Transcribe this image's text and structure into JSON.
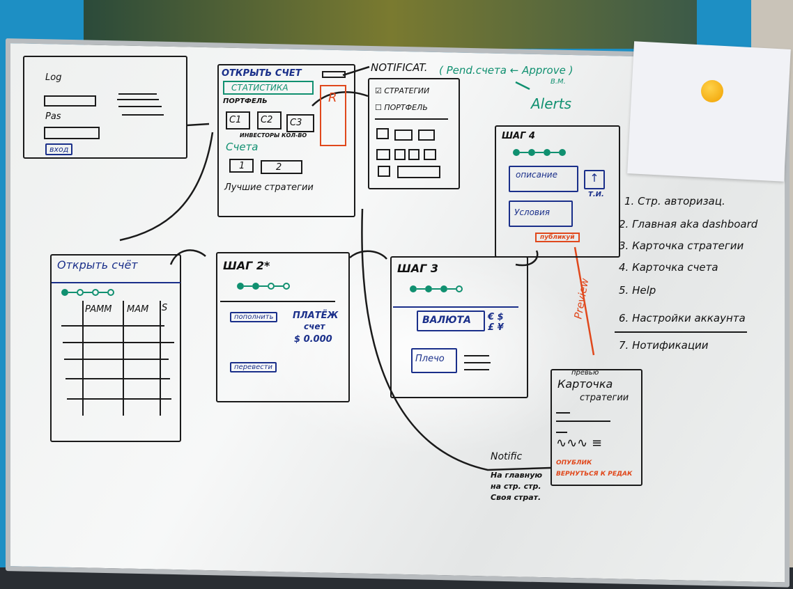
{
  "login": {
    "login_label": "Log",
    "password_label": "Pas",
    "enter_button": "вход"
  },
  "dashboard": {
    "open_account": "ОТКРЫТЬ СЧЕТ",
    "statistics": "СТАТИСТИКА",
    "portfolio": "ПОРТФЕЛЬ",
    "cards": [
      "C1",
      "C2",
      "C3"
    ],
    "investor_checkbox": "ИНВЕСТОРЫ КОЛ-ВО",
    "accounts": "Счета",
    "account_tabs": [
      "1",
      "2"
    ],
    "best_strategies": "Лучшие стратегии",
    "side_marker": "R"
  },
  "notifications": {
    "title": "NOTIFICAT.",
    "note": "( Pend.счета ← Approve )",
    "initials": "B.M.",
    "alerts": "Alerts"
  },
  "filter": {
    "items": [
      {
        "label": "СТРАТЕГИИ",
        "checked": true
      },
      {
        "label": "ПОРТФЕЛЬ",
        "checked": false
      }
    ]
  },
  "step4": {
    "title": "ШАГ 4",
    "description": "описание",
    "conditions": "Условия",
    "upload_label": "Т.И.",
    "publish": "публикуй"
  },
  "preview_arrow": "Preview",
  "open_account_screen": {
    "title": "Открыть счёт",
    "columns": [
      "PAMM",
      "MAM",
      "S"
    ]
  },
  "step2": {
    "title": "ШАГ 2*",
    "topup": "пополнить",
    "payment": "ПЛАТЁЖ",
    "account": "счет",
    "amount": "$ 0.000",
    "transfer": "перевести"
  },
  "step3": {
    "title": "ШАГ 3",
    "currency": "ВАЛЮТА",
    "currency_symbols": "€ $ £ ¥",
    "leverage": "Плечо"
  },
  "preview_card": {
    "preview": "превью",
    "title1": "Карточка",
    "title2": "стратегии",
    "publish": "ОПУБЛИК",
    "back": "ВЕРНУТЬСЯ К РЕДАК"
  },
  "notific": {
    "label": "Notific",
    "lines": [
      "На главную",
      "на стр. стр.",
      "Своя страт."
    ]
  },
  "pages_list": [
    "1. Стр. авторизац.",
    "2. Главная aka dashboard",
    "3. Карточка стратегии",
    "4. Карточка счета",
    "5. Help",
    "6. Настройки аккаунта",
    "7. Нотификации"
  ]
}
